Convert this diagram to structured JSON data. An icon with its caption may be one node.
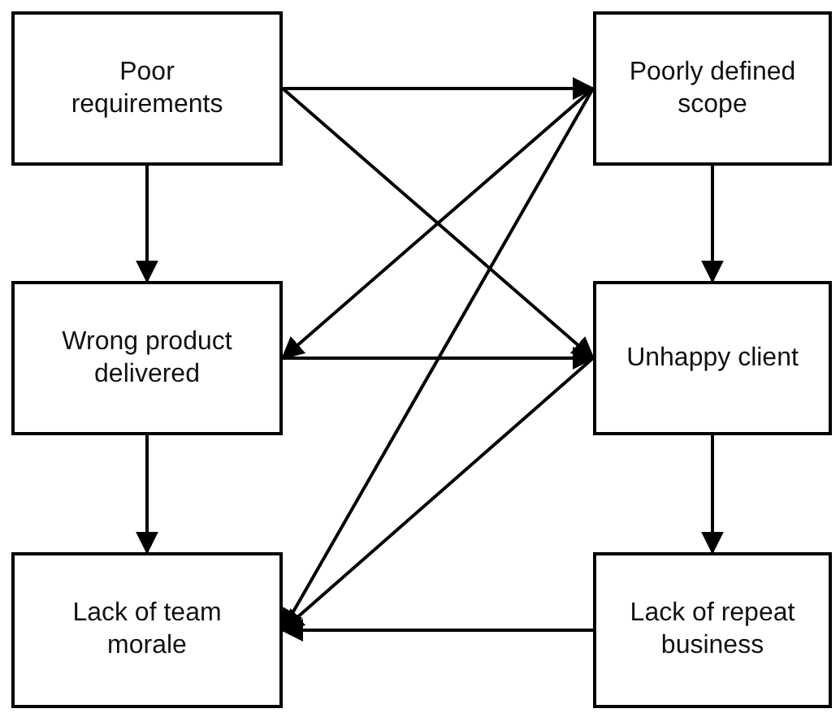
{
  "diagram": {
    "nodes": [
      {
        "text": [
          "Poor requirements"
        ]
      },
      {
        "text": [
          "Poorly defined scope"
        ]
      },
      {
        "text": [
          "Wrong product delivered"
        ]
      },
      {
        "text": [
          "Unhappy client"
        ]
      },
      {
        "text": [
          "Lack of team morale"
        ]
      },
      {
        "text": [
          "Lack of repeat business"
        ]
      }
    ],
    "edges": [
      {
        "from": 0,
        "to": 1,
        "arrow": "to"
      },
      {
        "from": 0,
        "to": 3,
        "arrow": "to"
      },
      {
        "from": 0,
        "to": 2,
        "arrow": "to"
      },
      {
        "from": 1,
        "to": 2,
        "arrow": "to"
      },
      {
        "from": 1,
        "to": 4,
        "arrow": "to"
      },
      {
        "from": 1,
        "to": 3,
        "arrow": "to"
      },
      {
        "from": 2,
        "to": 3,
        "arrow": "to"
      },
      {
        "from": 2,
        "to": 4,
        "arrow": "to"
      },
      {
        "from": 3,
        "to": 4,
        "arrow": "to"
      },
      {
        "from": 3,
        "to": 5,
        "arrow": "to"
      },
      {
        "from": 5,
        "to": 4,
        "arrow": "to"
      }
    ]
  }
}
